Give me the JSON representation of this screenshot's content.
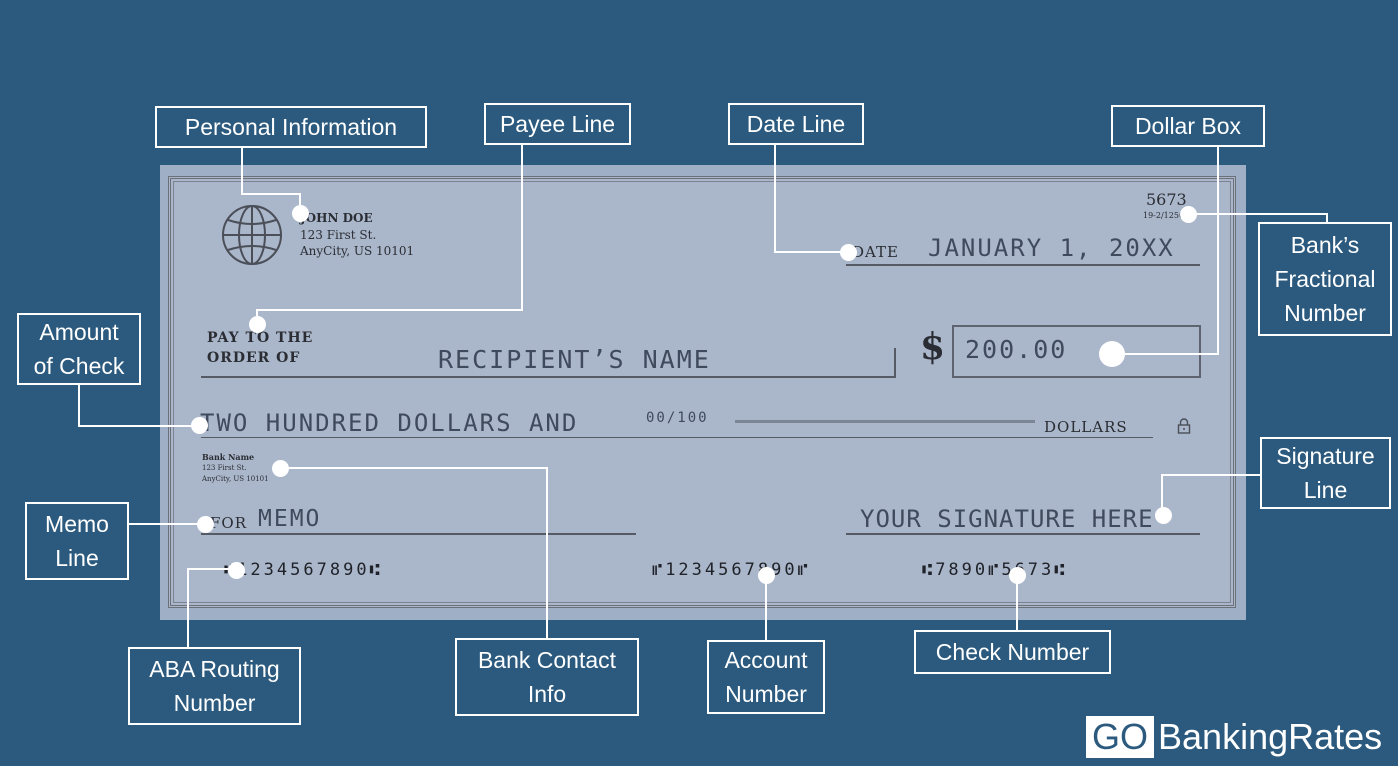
{
  "labels": {
    "personal_information": "Personal Information",
    "payee_line": "Payee Line",
    "date_line": "Date Line",
    "dollar_box": "Dollar Box",
    "banks_fractional_number": [
      "Bank’s",
      "Fractional",
      "Number"
    ],
    "amount_of_check": [
      "Amount",
      "of Check"
    ],
    "signature_line": [
      "Signature",
      "Line"
    ],
    "memo_line": [
      "Memo",
      "Line"
    ],
    "aba_routing_number": [
      "ABA Routing",
      "Number"
    ],
    "bank_contact_info": [
      "Bank Contact",
      "Info"
    ],
    "account_number": [
      "Account",
      "Number"
    ],
    "check_number": "Check Number"
  },
  "check": {
    "check_number": "5673",
    "fractional_number": "19-2/1250",
    "owner_name": "JOHN DOE",
    "owner_address_1": "123 First St.",
    "owner_address_2": "AnyCity, US 10101",
    "date_label": "DATE",
    "date_value": "JANUARY 1, 20XX",
    "pay_to_1": "PAY TO THE",
    "pay_to_2": "ORDER OF",
    "recipient": "RECIPIENT’S NAME",
    "dollar_sign": "$",
    "amount_numeric": "200.00",
    "amount_words": "TWO HUNDRED DOLLARS AND",
    "amount_cents": "00/100",
    "dollars_label": "DOLLARS",
    "bank_name": "Bank Name",
    "bank_address_1": "123 First St.",
    "bank_address_2": "AnyCity, US 10101",
    "memo_label": "FOR",
    "memo_value": "MEMO",
    "signature": "YOUR SIGNATURE HERE",
    "micr_routing": "⑆1234567890⑆",
    "micr_account": "⑈1234567890⑈",
    "micr_check": "⑆7890⑈5673⑆"
  },
  "brand": {
    "go": "GO",
    "rest": "BankingRates"
  }
}
